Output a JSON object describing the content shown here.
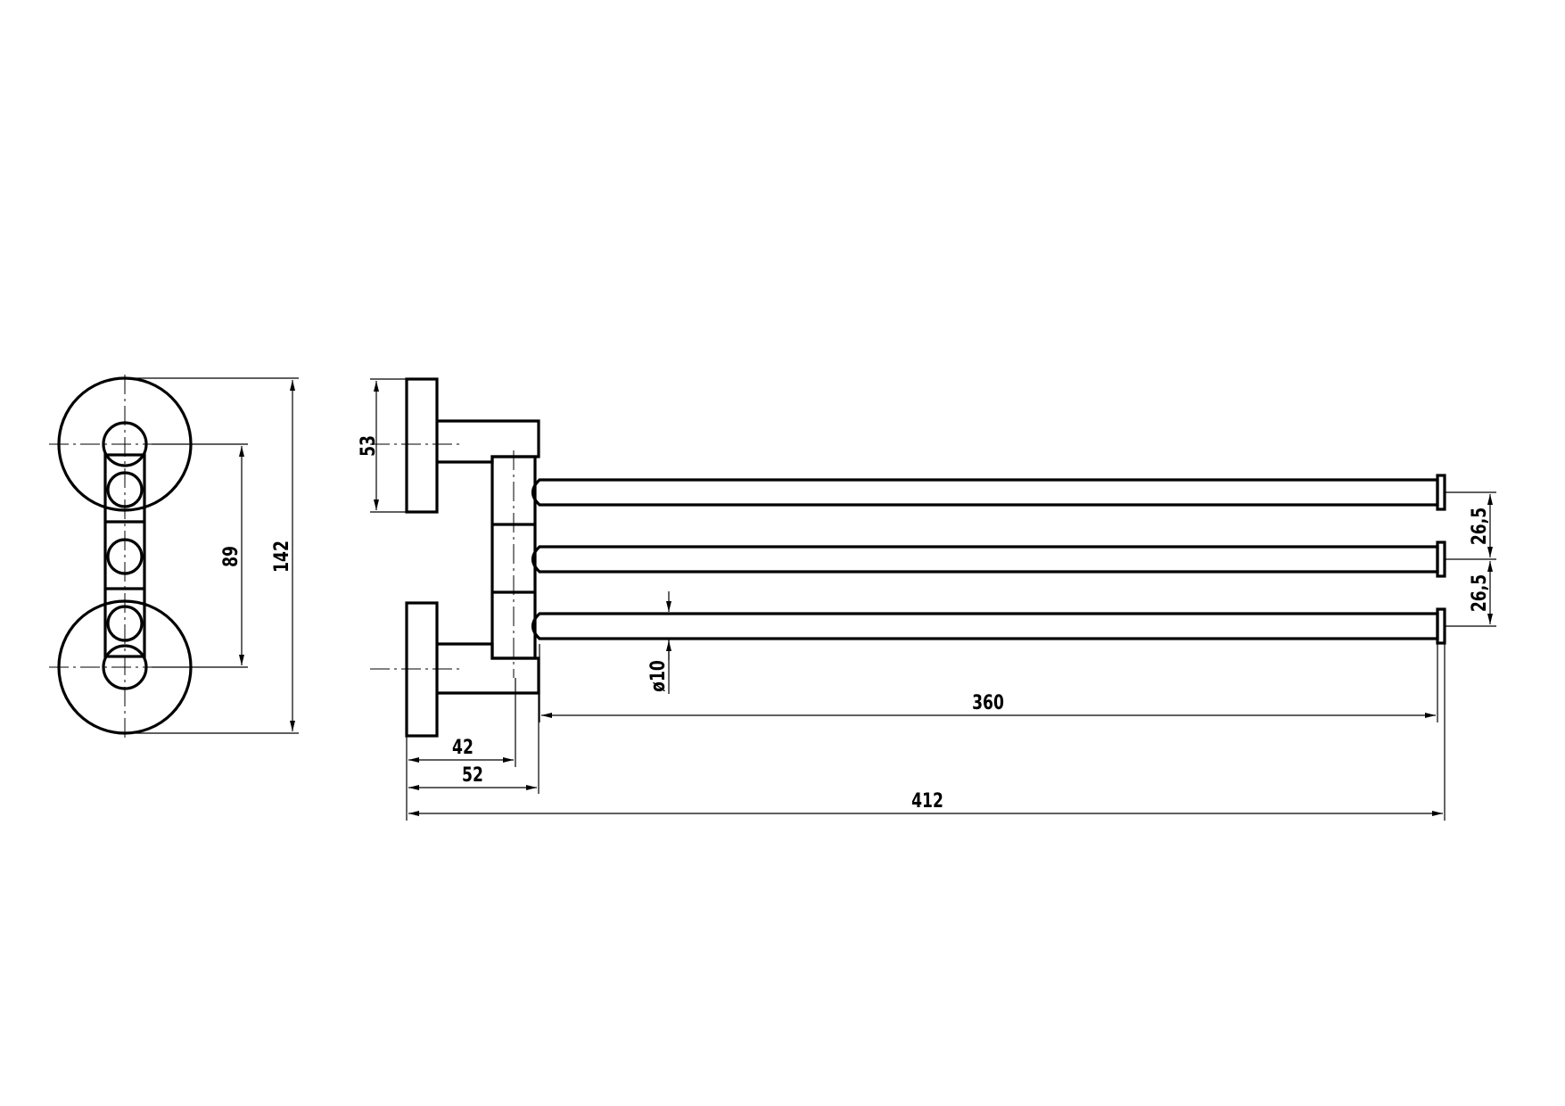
{
  "dimensions": {
    "overall_height": "142",
    "rail_spacing_front": "89",
    "flange_height": "53",
    "rail_pitch_top": "26,5",
    "rail_pitch_bottom": "26,5",
    "rail_diameter": "ø10",
    "rail_length": "360",
    "wall_to_pivot_axis": "42",
    "wall_to_pivot_block": "52",
    "overall_length": "412"
  }
}
